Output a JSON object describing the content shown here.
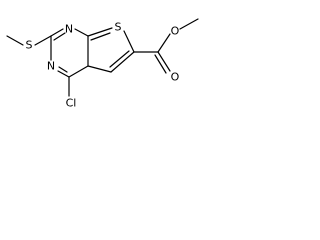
{
  "molecule": {
    "atoms": {
      "sulfur_methylthio": "S",
      "nitrogen_1": "N",
      "nitrogen_3": "N",
      "sulfur_thiophene": "S",
      "chlorine": "Cl",
      "ester_oxygen_carbonyl": "O",
      "ester_oxygen_ether": "O"
    }
  }
}
